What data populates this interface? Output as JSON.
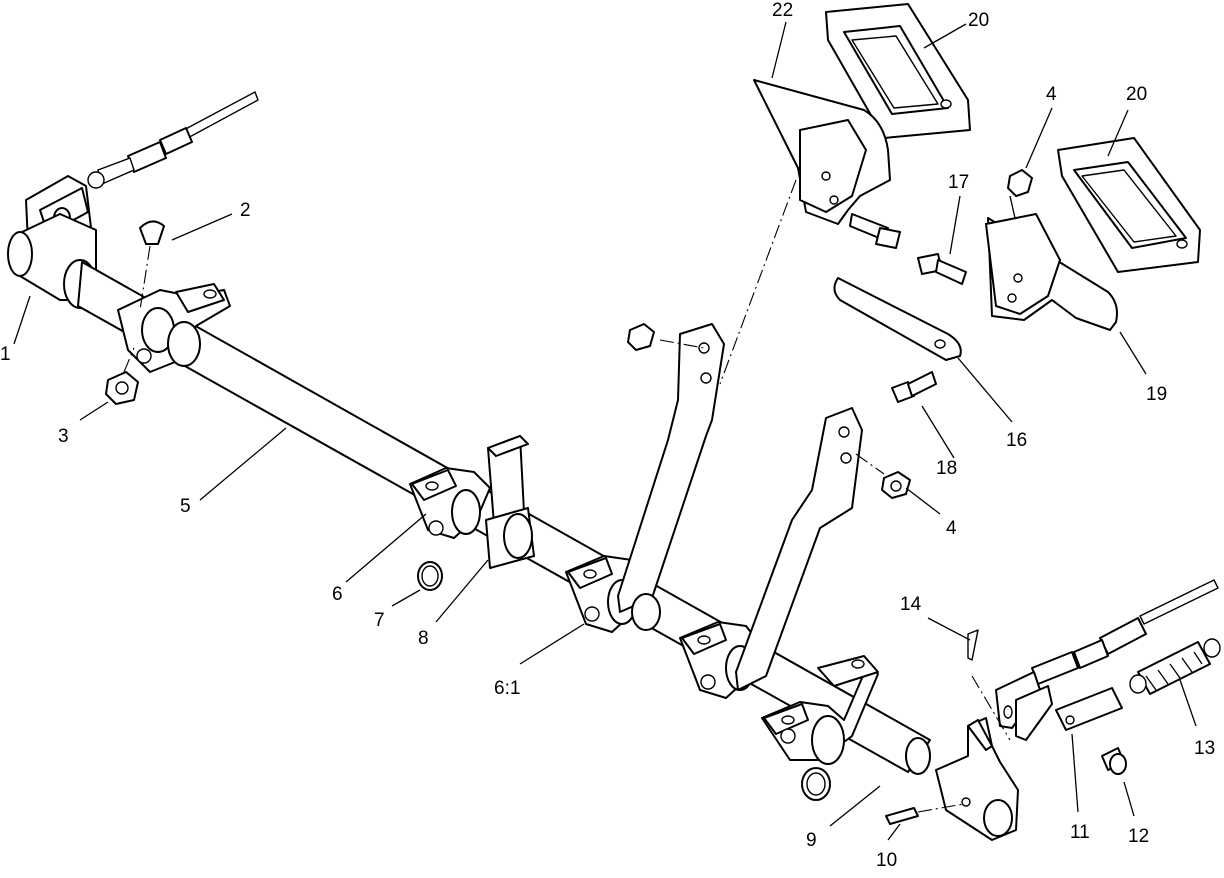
{
  "callouts": [
    {
      "id": "c1",
      "label": "1"
    },
    {
      "id": "c2",
      "label": "2"
    },
    {
      "id": "c3",
      "label": "3"
    },
    {
      "id": "c4a",
      "label": "4"
    },
    {
      "id": "c4b",
      "label": "4"
    },
    {
      "id": "c5",
      "label": "5"
    },
    {
      "id": "c6",
      "label": "6"
    },
    {
      "id": "c6_1",
      "label": "6:1"
    },
    {
      "id": "c7",
      "label": "7"
    },
    {
      "id": "c8",
      "label": "8"
    },
    {
      "id": "c9",
      "label": "9"
    },
    {
      "id": "c10",
      "label": "10"
    },
    {
      "id": "c11",
      "label": "11"
    },
    {
      "id": "c12",
      "label": "12"
    },
    {
      "id": "c13",
      "label": "13"
    },
    {
      "id": "c14",
      "label": "14"
    },
    {
      "id": "c16",
      "label": "16"
    },
    {
      "id": "c17",
      "label": "17"
    },
    {
      "id": "c18",
      "label": "18"
    },
    {
      "id": "c19",
      "label": "19"
    },
    {
      "id": "c20a",
      "label": "20"
    },
    {
      "id": "c20b",
      "label": "20"
    },
    {
      "id": "c22",
      "label": "22"
    }
  ]
}
